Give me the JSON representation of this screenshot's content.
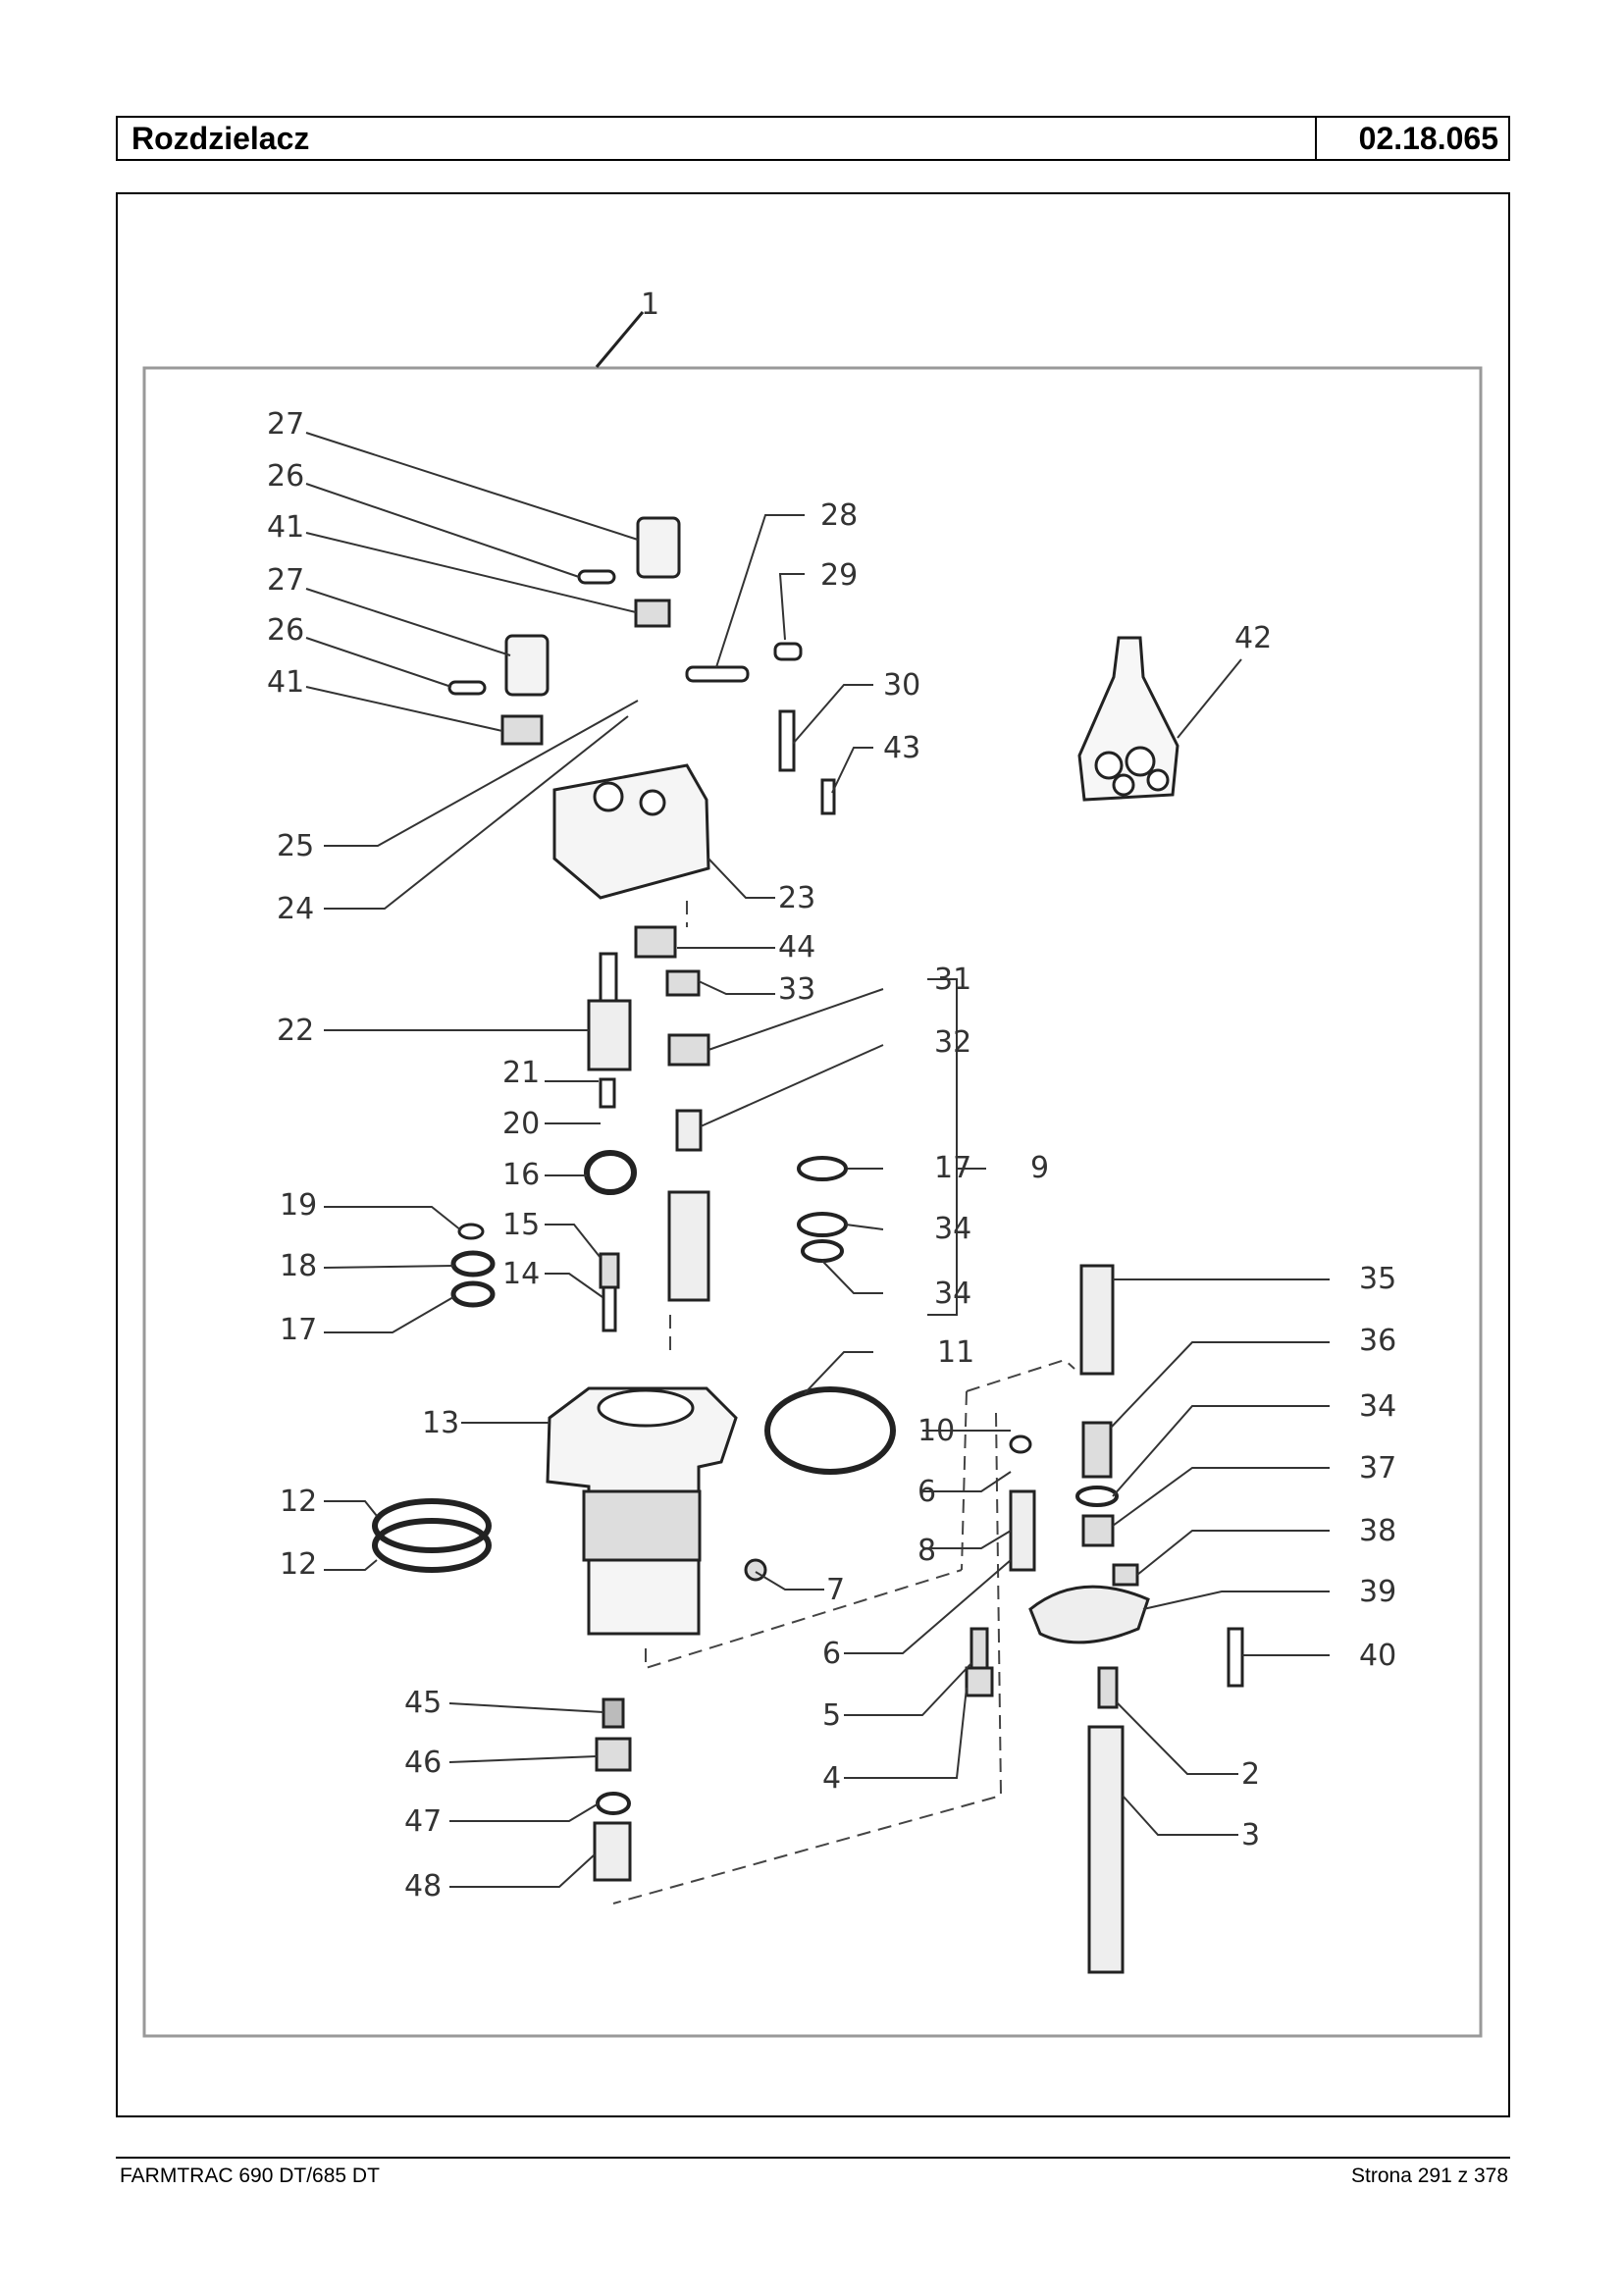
{
  "header": {
    "title": "Rozdzielacz",
    "code": "02.18.065"
  },
  "diagram": {
    "callouts": [
      "1",
      "2",
      "3",
      "4",
      "5",
      "6",
      "6",
      "7",
      "8",
      "9",
      "10",
      "11",
      "12",
      "12",
      "13",
      "14",
      "15",
      "16",
      "17",
      "17",
      "18",
      "19",
      "20",
      "21",
      "22",
      "23",
      "24",
      "25",
      "26",
      "26",
      "27",
      "27",
      "28",
      "29",
      "30",
      "31",
      "32",
      "33",
      "34",
      "34",
      "34",
      "35",
      "36",
      "37",
      "38",
      "39",
      "40",
      "41",
      "41",
      "42",
      "43",
      "44",
      "45",
      "46",
      "47",
      "48"
    ]
  },
  "footer": {
    "left": "FARMTRAC 690 DT/685 DT",
    "right": "Strona 291 z 378"
  }
}
